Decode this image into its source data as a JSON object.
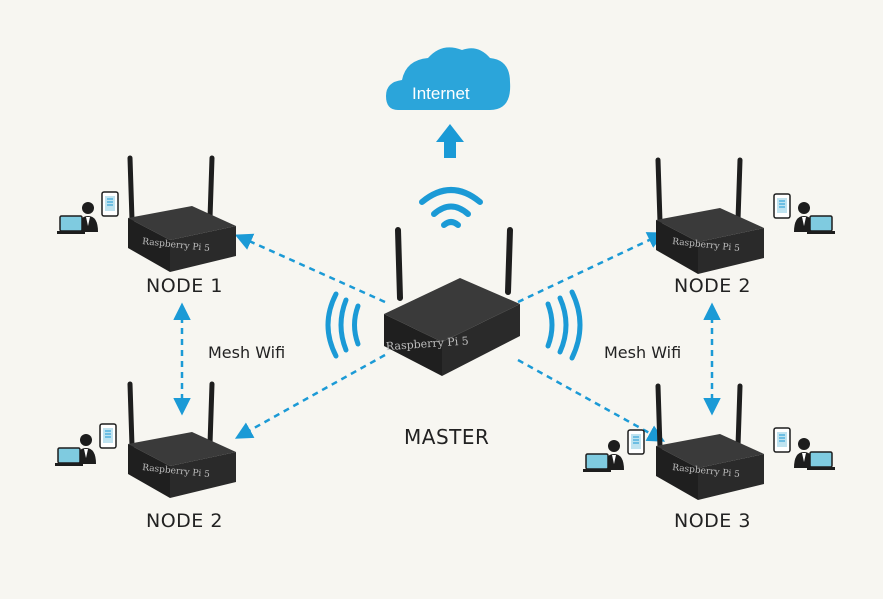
{
  "cloud": {
    "label": "Internet"
  },
  "master": {
    "label": "MASTER",
    "device_text": "Raspberry Pi 5"
  },
  "nodes": [
    {
      "id": "node-1-top-left",
      "label": "NODE 1",
      "device_text": "Raspberry Pi 5"
    },
    {
      "id": "node-2-top-right",
      "label": "NODE 2",
      "device_text": "Raspberry Pi 5"
    },
    {
      "id": "node-2-bottom-left",
      "label": "NODE 2",
      "device_text": "Raspberry Pi 5"
    },
    {
      "id": "node-3-bottom-right",
      "label": "NODE 3",
      "device_text": "Raspberry Pi 5"
    }
  ],
  "mesh_labels": {
    "left": "Mesh Wifi",
    "right": "Mesh Wifi"
  },
  "colors": {
    "accent": "#1b9ad6",
    "cloud": "#2ba5da",
    "router": "#2a2a2a",
    "background": "#f7f6f1"
  },
  "icons": [
    "cloud-icon",
    "wifi-signal-icon",
    "router-icon",
    "user-laptop-icon",
    "user-tablet-icon",
    "arrow-icon"
  ]
}
